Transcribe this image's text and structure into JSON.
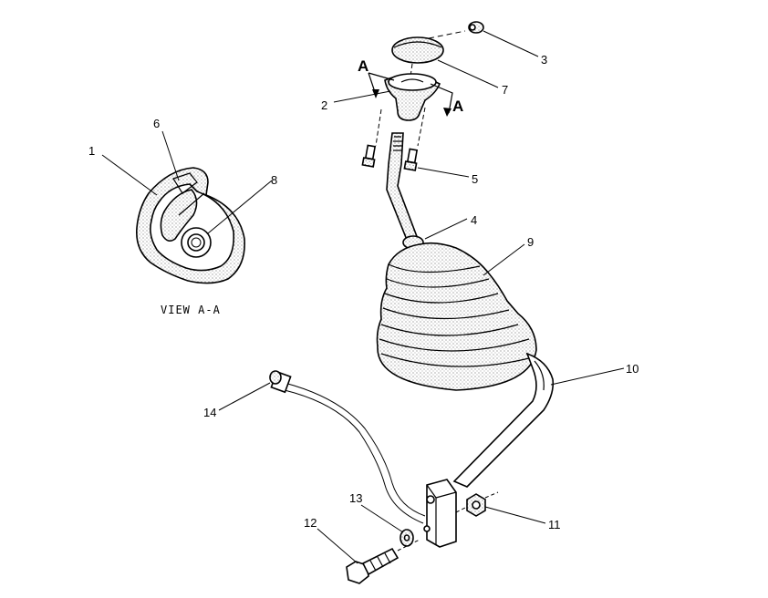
{
  "diagram": {
    "view_label": "VIEW A-A",
    "section_letters": [
      "A",
      "A"
    ],
    "callouts": [
      "1",
      "2",
      "3",
      "4",
      "5",
      "6",
      "7",
      "8",
      "9",
      "10",
      "11",
      "12",
      "13",
      "14"
    ]
  }
}
